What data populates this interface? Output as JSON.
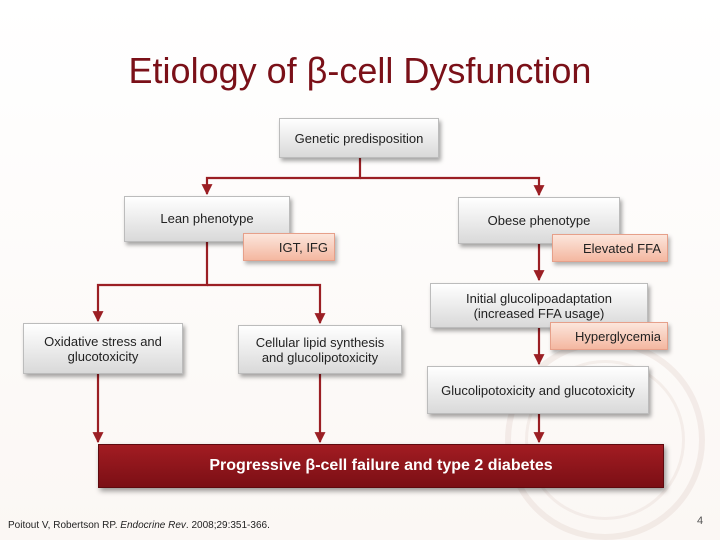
{
  "title": "Etiology of β-cell Dysfunction",
  "nodes": {
    "genetic": "Genetic predisposition",
    "lean": "Lean phenotype",
    "obese": "Obese phenotype",
    "igt": "IGT, IFG",
    "elevated_ffa": "Elevated FFA",
    "initial_line1": "Initial glucolipoadaptation",
    "initial_line2": "(increased FFA usage)",
    "oxidative_line1": "Oxidative stress and",
    "oxidative_line2": "glucotoxicity",
    "cellular_line1": "Cellular lipid synthesis",
    "cellular_line2": "and glucolipotoxicity",
    "hyperglycemia": "Hyperglycemia",
    "gluco": "Glucolipotoxicity and glucotoxicity"
  },
  "banner": "Progressive β-cell failure and type 2 diabetes",
  "citation": {
    "authors": "Poitout V, Robertson RP. ",
    "journal": "Endocrine Rev",
    "rest": ". 2008;29:351-366."
  },
  "page_number": "4",
  "colors": {
    "title": "#7a1018",
    "connector": "#9b1f24",
    "banner": "#8b141a",
    "pink_box": "#f4b7a0"
  }
}
